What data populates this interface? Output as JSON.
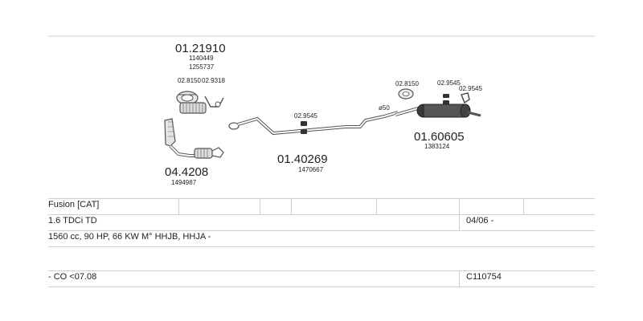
{
  "parts": {
    "catalyst_kit": {
      "number": "01.21910",
      "ref1": "1140449",
      "ref2": "1255737"
    },
    "clamp_a": {
      "number": "02.8150"
    },
    "clamp_b": {
      "number": "02.9318"
    },
    "front_pipe": {
      "number": "04.4208",
      "ref1": "1494987"
    },
    "center_pipe": {
      "number": "01.40269",
      "ref1": "1470667"
    },
    "hanger_center": {
      "number": "02.9545"
    },
    "rear_clamp": {
      "number": "02.8150"
    },
    "rear_hanger_a": {
      "number": "02.9545"
    },
    "rear_hanger_b": {
      "number": "02.9545"
    },
    "diameter": {
      "label": "ø50"
    },
    "rear_silencer": {
      "number": "01.60605",
      "ref1": "1383124"
    }
  },
  "table": {
    "model": "Fusion  [CAT]",
    "engine": "1.6 TDCi TD",
    "date_range": "04/06 -",
    "specs": "1560 cc, 90 HP, 66 KW M° HHJB, HHJA -",
    "note": "- CO <07.08",
    "code": "C110754"
  }
}
